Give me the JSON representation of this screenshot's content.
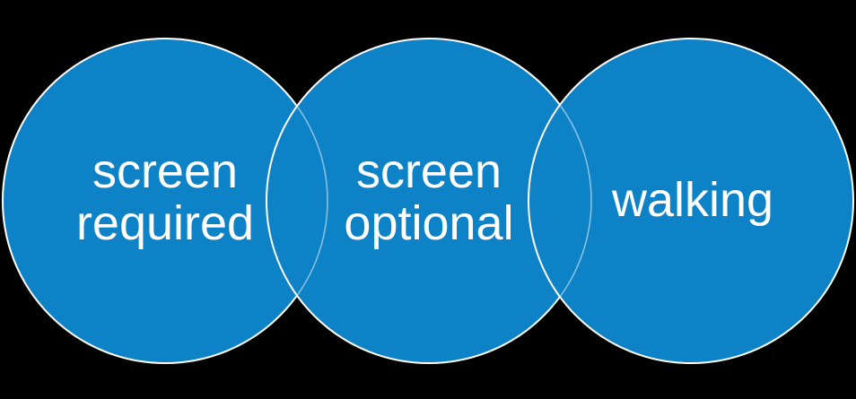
{
  "background_color": "#000000",
  "diagram": {
    "type": "venn",
    "fill_color": "#0d82c6",
    "stroke_color": "#ffffff",
    "under_stroke_color": "rgba(255,255,255,0.5)",
    "text_color": "#ffffff",
    "sets": [
      {
        "id": "screen-required",
        "label": "screen required",
        "label_lines": [
          "screen",
          "required"
        ]
      },
      {
        "id": "screen-optional",
        "label": "screen optional",
        "label_lines": [
          "screen",
          "optional"
        ]
      },
      {
        "id": "walking",
        "label": "walking",
        "label_lines": [
          "walking"
        ]
      }
    ]
  }
}
